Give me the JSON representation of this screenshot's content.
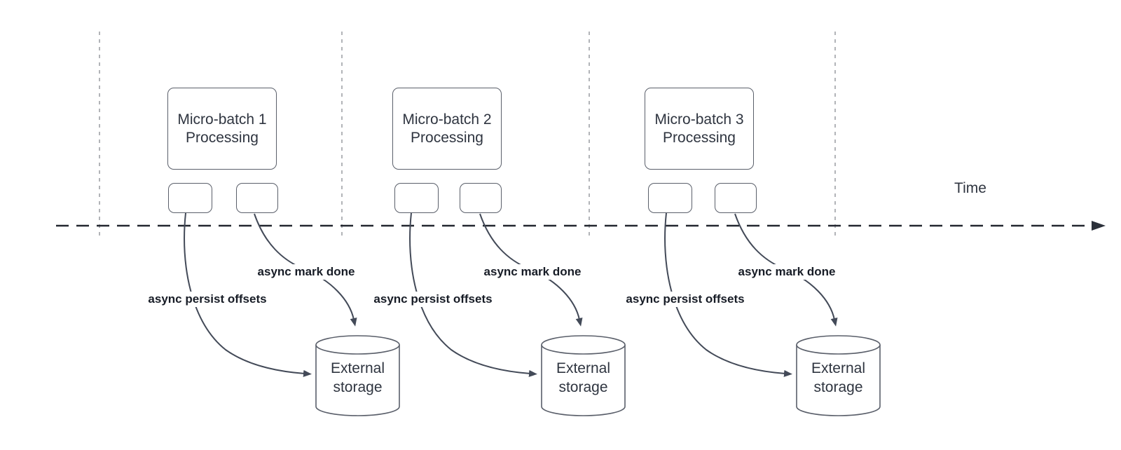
{
  "timeline": {
    "label": "Time"
  },
  "batches": [
    {
      "title": "Micro-batch 1\nProcessing",
      "persist_label": "async persist offsets",
      "mark_done_label": "async mark done",
      "storage_label": "External\nstorage"
    },
    {
      "title": "Micro-batch 2\nProcessing",
      "persist_label": "async persist offsets",
      "mark_done_label": "async mark done",
      "storage_label": "External\nstorage"
    },
    {
      "title": "Micro-batch 3\nProcessing",
      "persist_label": "async persist offsets",
      "mark_done_label": "async mark done",
      "storage_label": "External\nstorage"
    }
  ],
  "colors": {
    "shape_outline": "#5a5f6a",
    "arrow_stroke": "#434a58",
    "timeline_stroke": "#23272f",
    "guide_stroke": "#b2b4b8",
    "text": "#2f3540",
    "label_text": "#171c26",
    "background": "#ffffff"
  }
}
